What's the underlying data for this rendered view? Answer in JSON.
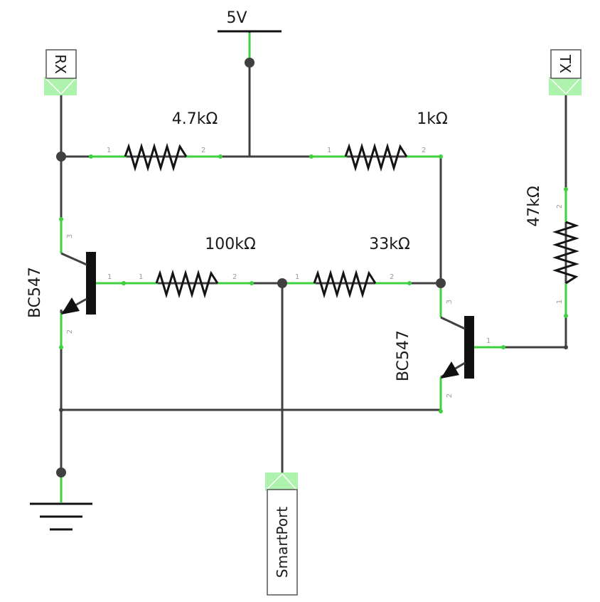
{
  "supply": {
    "label": "5V"
  },
  "ports": {
    "rx": "RX",
    "tx": "TX",
    "smartport": "SmartPort"
  },
  "resistors": {
    "r1": {
      "value": "4.7kΩ",
      "pin1": "1",
      "pin2": "2"
    },
    "r2": {
      "value": "1kΩ",
      "pin1": "1",
      "pin2": "2"
    },
    "r3": {
      "value": "100kΩ",
      "pin1": "1",
      "pin2": "2"
    },
    "r4": {
      "value": "33kΩ",
      "pin1": "1",
      "pin2": "2"
    },
    "r5": {
      "value": "47kΩ",
      "pin1": "1",
      "pin2": "2"
    }
  },
  "transistors": {
    "q1": {
      "label": "BC547",
      "pin1": "1",
      "pin2": "2",
      "pin3": "3"
    },
    "q2": {
      "label": "BC547",
      "pin1": "1",
      "pin2": "2",
      "pin3": "3"
    }
  },
  "colors": {
    "wire": "#404040",
    "pin": "#3fd03f",
    "highlight": "#9ff09f"
  }
}
